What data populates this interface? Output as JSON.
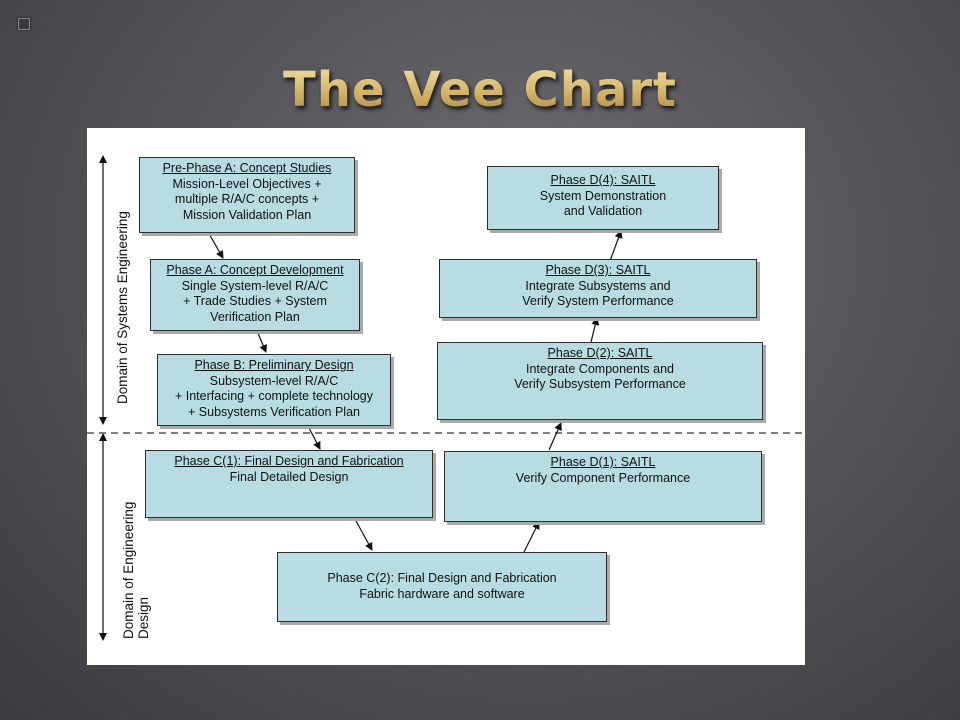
{
  "slide": {
    "title": "The Vee Chart"
  },
  "side_labels": {
    "systems": "Domain of Systems Engineering",
    "engineering": "Domain of Engineering\nDesign"
  },
  "boxes": {
    "prephase_a": {
      "title": "Pre-Phase A: Concept Studies",
      "desc": "Mission-Level  Objectives +\nmultiple R/A/C concepts +\nMission Validation Plan"
    },
    "phase_a": {
      "title": "Phase A: Concept Development",
      "desc": "Single System-level  R/A/C\n+ Trade Studies + System\nVerification Plan"
    },
    "phase_b": {
      "title": "Phase B: Preliminary Design",
      "desc": "Subsystem-level  R/A/C\n+ Interfacing + complete technology\n+ Subsystems Verification Plan"
    },
    "phase_c1": {
      "title": "Phase C(1): Final Design and Fabrication",
      "desc": "Final Detailed Design"
    },
    "phase_c2": {
      "title": "Phase C(2): Final Design and Fabrication",
      "desc": "Fabric hardware and software"
    },
    "phase_d1": {
      "title": "Phase D(1): SAITL",
      "desc": "Verify Component Performance"
    },
    "phase_d2": {
      "title": "Phase D(2): SAITL",
      "desc": "Integrate Components and\nVerify Subsystem Performance"
    },
    "phase_d3": {
      "title": "Phase D(3): SAITL",
      "desc": "Integrate Subsystems and\nVerify System Performance"
    },
    "phase_d4": {
      "title": "Phase D(4): SAITL",
      "desc": "System Demonstration\nand Validation"
    }
  }
}
